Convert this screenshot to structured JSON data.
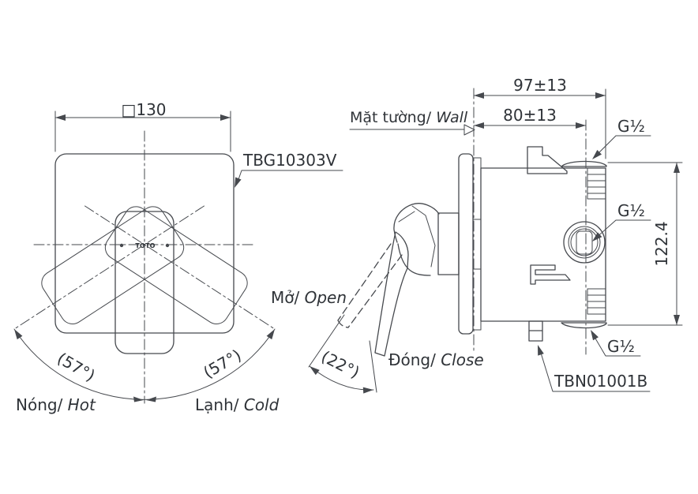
{
  "colors": {
    "line": "#46494e",
    "text": "#2f3338",
    "flange_fill": "#8f9296",
    "background": "#ffffff"
  },
  "front_view": {
    "dim_width": "□130",
    "part_label": "TBG10303V",
    "angle_left": "(57°)",
    "angle_right": "(57°)",
    "hot_label": {
      "vi": "Nóng/",
      "en": " Hot"
    },
    "cold_label": {
      "vi": "Lạnh/",
      "en": " Cold"
    },
    "logo": "TOTO"
  },
  "side_view": {
    "wall_label": {
      "vi": "Mặt tường/",
      "en": " Wall"
    },
    "dim_depth_total": "97±13",
    "dim_depth_to_center": "80±13",
    "dim_height": "122.4",
    "thread_top": "G½",
    "thread_side": "G½",
    "thread_bottom": "G½",
    "open_label": {
      "vi": "Mở/",
      "en": " Open"
    },
    "close_label": {
      "vi": "Đóng/",
      "en": " Close"
    },
    "angle": "(22°)",
    "part_label": "TBN01001B"
  }
}
